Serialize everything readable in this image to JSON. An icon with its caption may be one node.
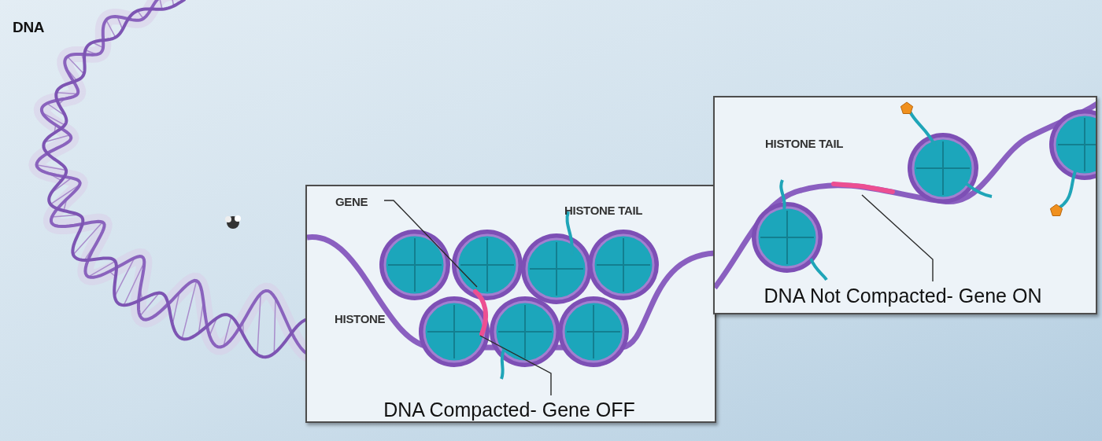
{
  "diagram": {
    "nodes": [
      {
        "text": [],
        "shape": "box"
      },
      {
        "text": [
          "GENE"
        ],
        "in": 0
      },
      {
        "text": [],
        "shape": "bar",
        "in": 0
      },
      {
        "text": [
          "DNA Compacted- Gene OFF"
        ],
        "in": 0
      },
      {
        "text": [],
        "shape": "box"
      },
      {
        "text": [],
        "shape": "bar",
        "in": 4
      },
      {
        "text": [
          "DNA Not Compacted- Gene ON"
        ],
        "in": 4
      }
    ],
    "edges": [
      {
        "from": 1,
        "to": 2,
        "arrow": "none"
      },
      {
        "from": 3,
        "to": 2,
        "arrow": "none"
      },
      {
        "from": 6,
        "to": 5,
        "arrow": "none"
      }
    ],
    "labels": [
      "DNA",
      "HISTONE",
      "HISTONE TAIL",
      "HISTONE TAIL"
    ]
  }
}
